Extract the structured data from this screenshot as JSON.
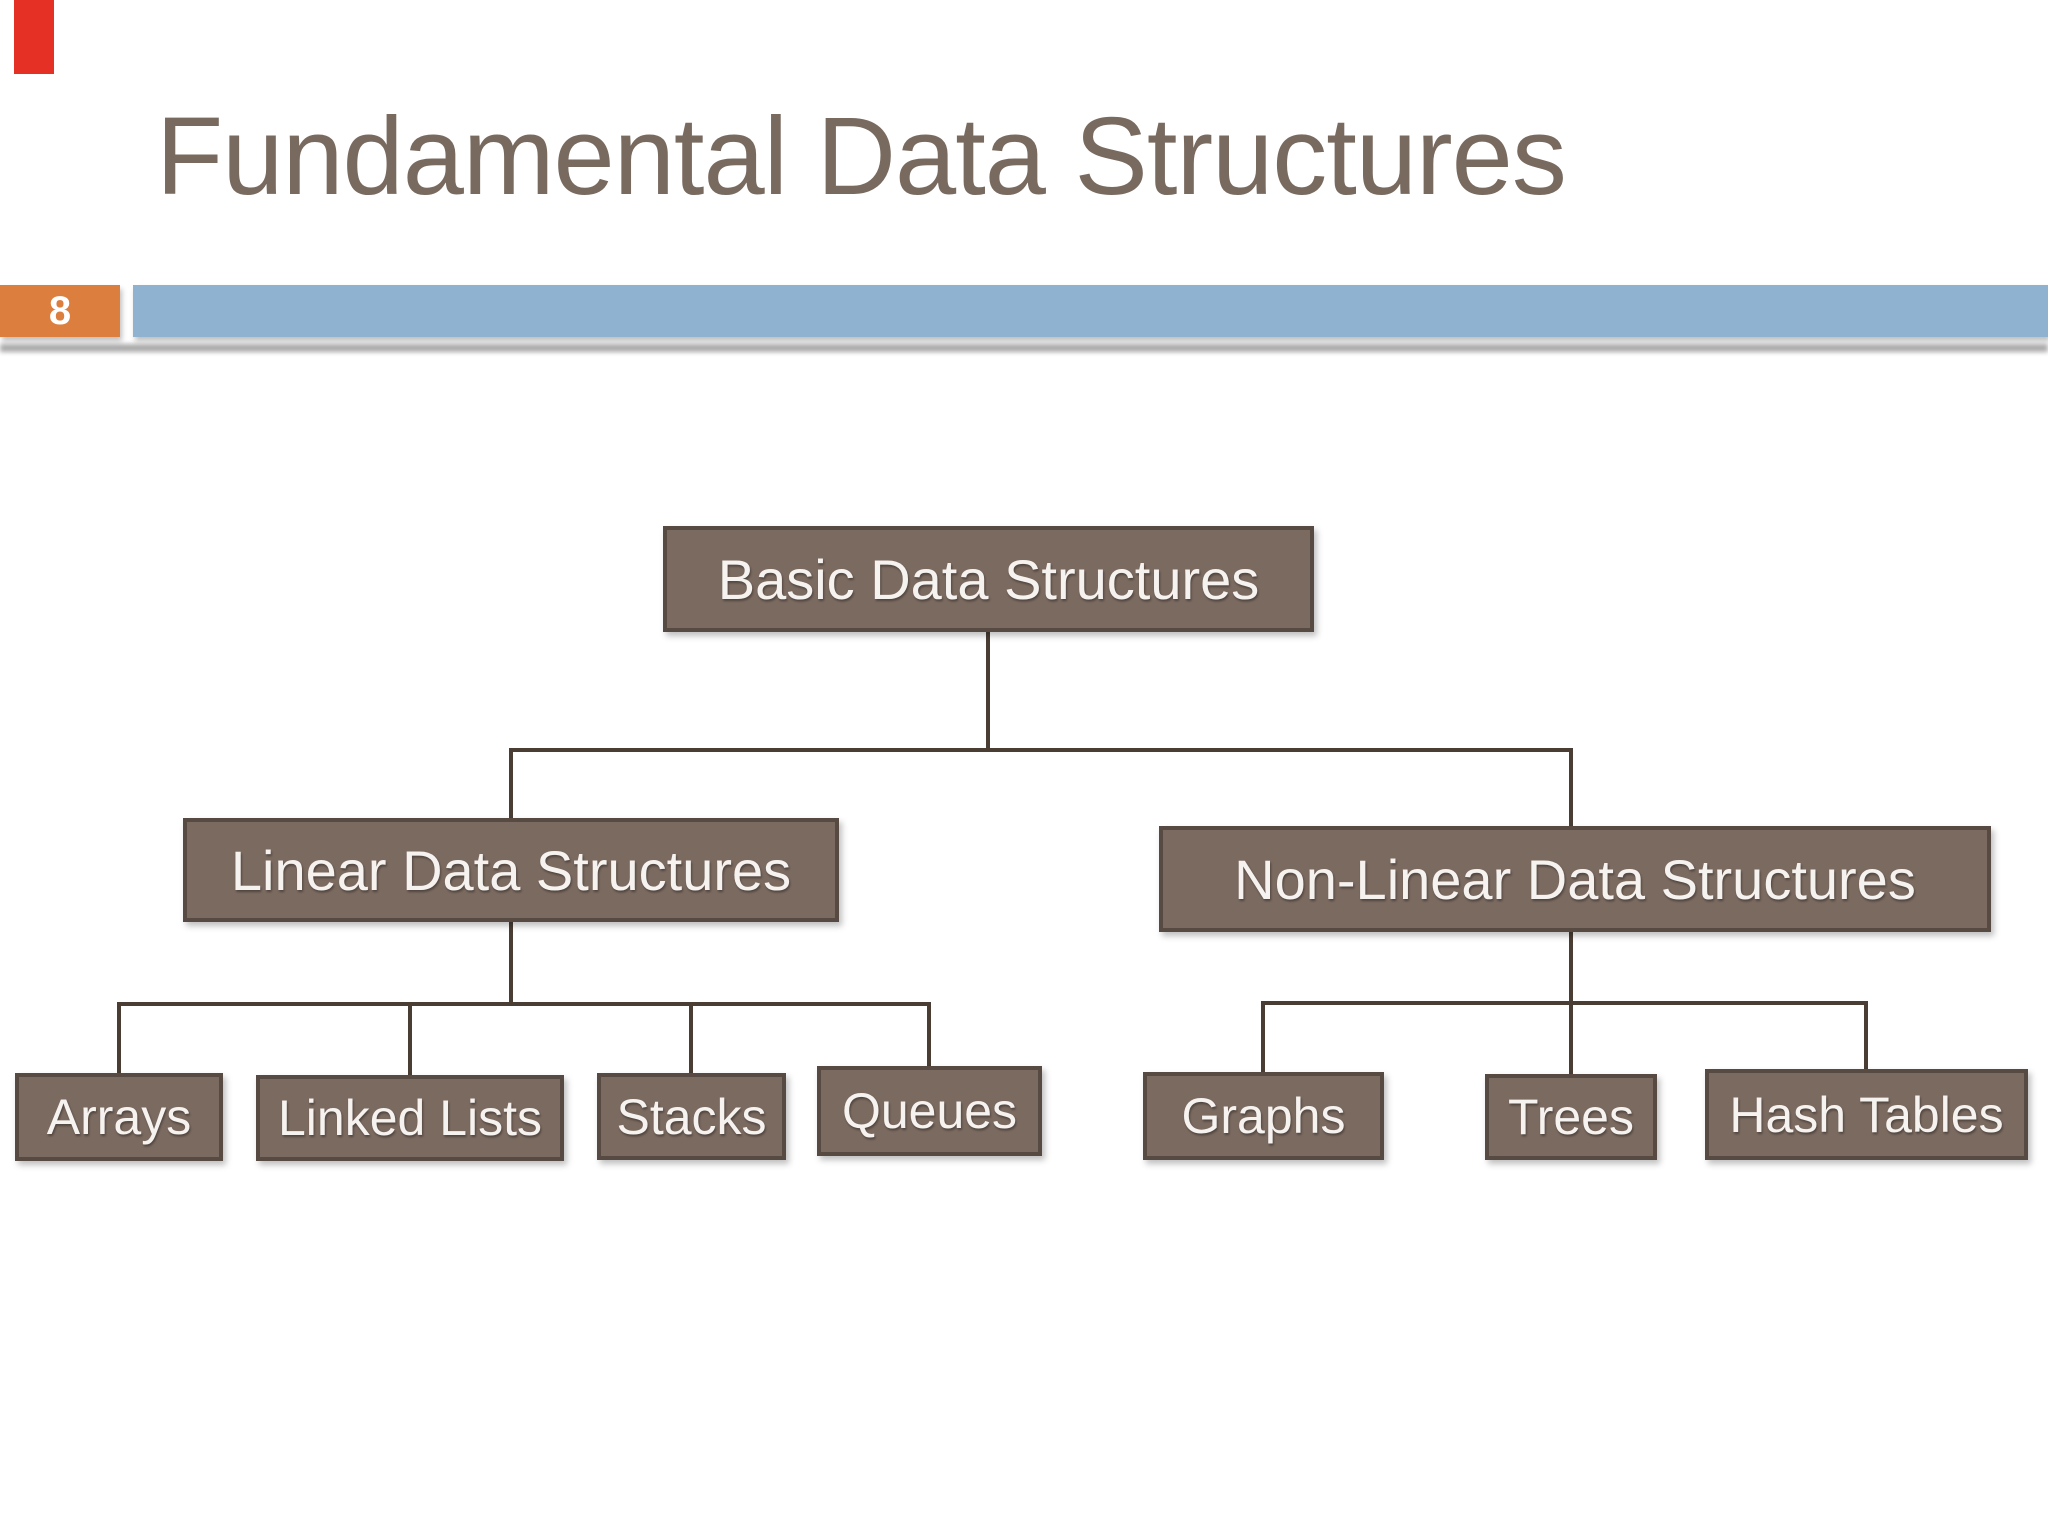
{
  "slide": {
    "title": "Fundamental Data Structures",
    "page_number": "8"
  },
  "colors": {
    "accent_red": "#e53125",
    "accent_orange": "#dc7e3e",
    "band_blue": "#90b2d1",
    "shadow_gray": "#9b9b9b",
    "title_text": "#796a5f",
    "node_fill": "#7b6a60",
    "node_border": "#574a42",
    "node_text": "#f6f2ef",
    "line_brown": "#4a3e34"
  },
  "diagram": {
    "root": {
      "label": "Basic Data Structures"
    },
    "level1": [
      {
        "label": "Linear Data Structures"
      },
      {
        "label": "Non-Linear Data Structures"
      }
    ],
    "linear_children": [
      {
        "label": "Arrays"
      },
      {
        "label": "Linked Lists"
      },
      {
        "label": "Stacks"
      },
      {
        "label": "Queues"
      }
    ],
    "nonlinear_children": [
      {
        "label": "Graphs"
      },
      {
        "label": "Trees"
      },
      {
        "label": "Hash Tables"
      }
    ]
  }
}
